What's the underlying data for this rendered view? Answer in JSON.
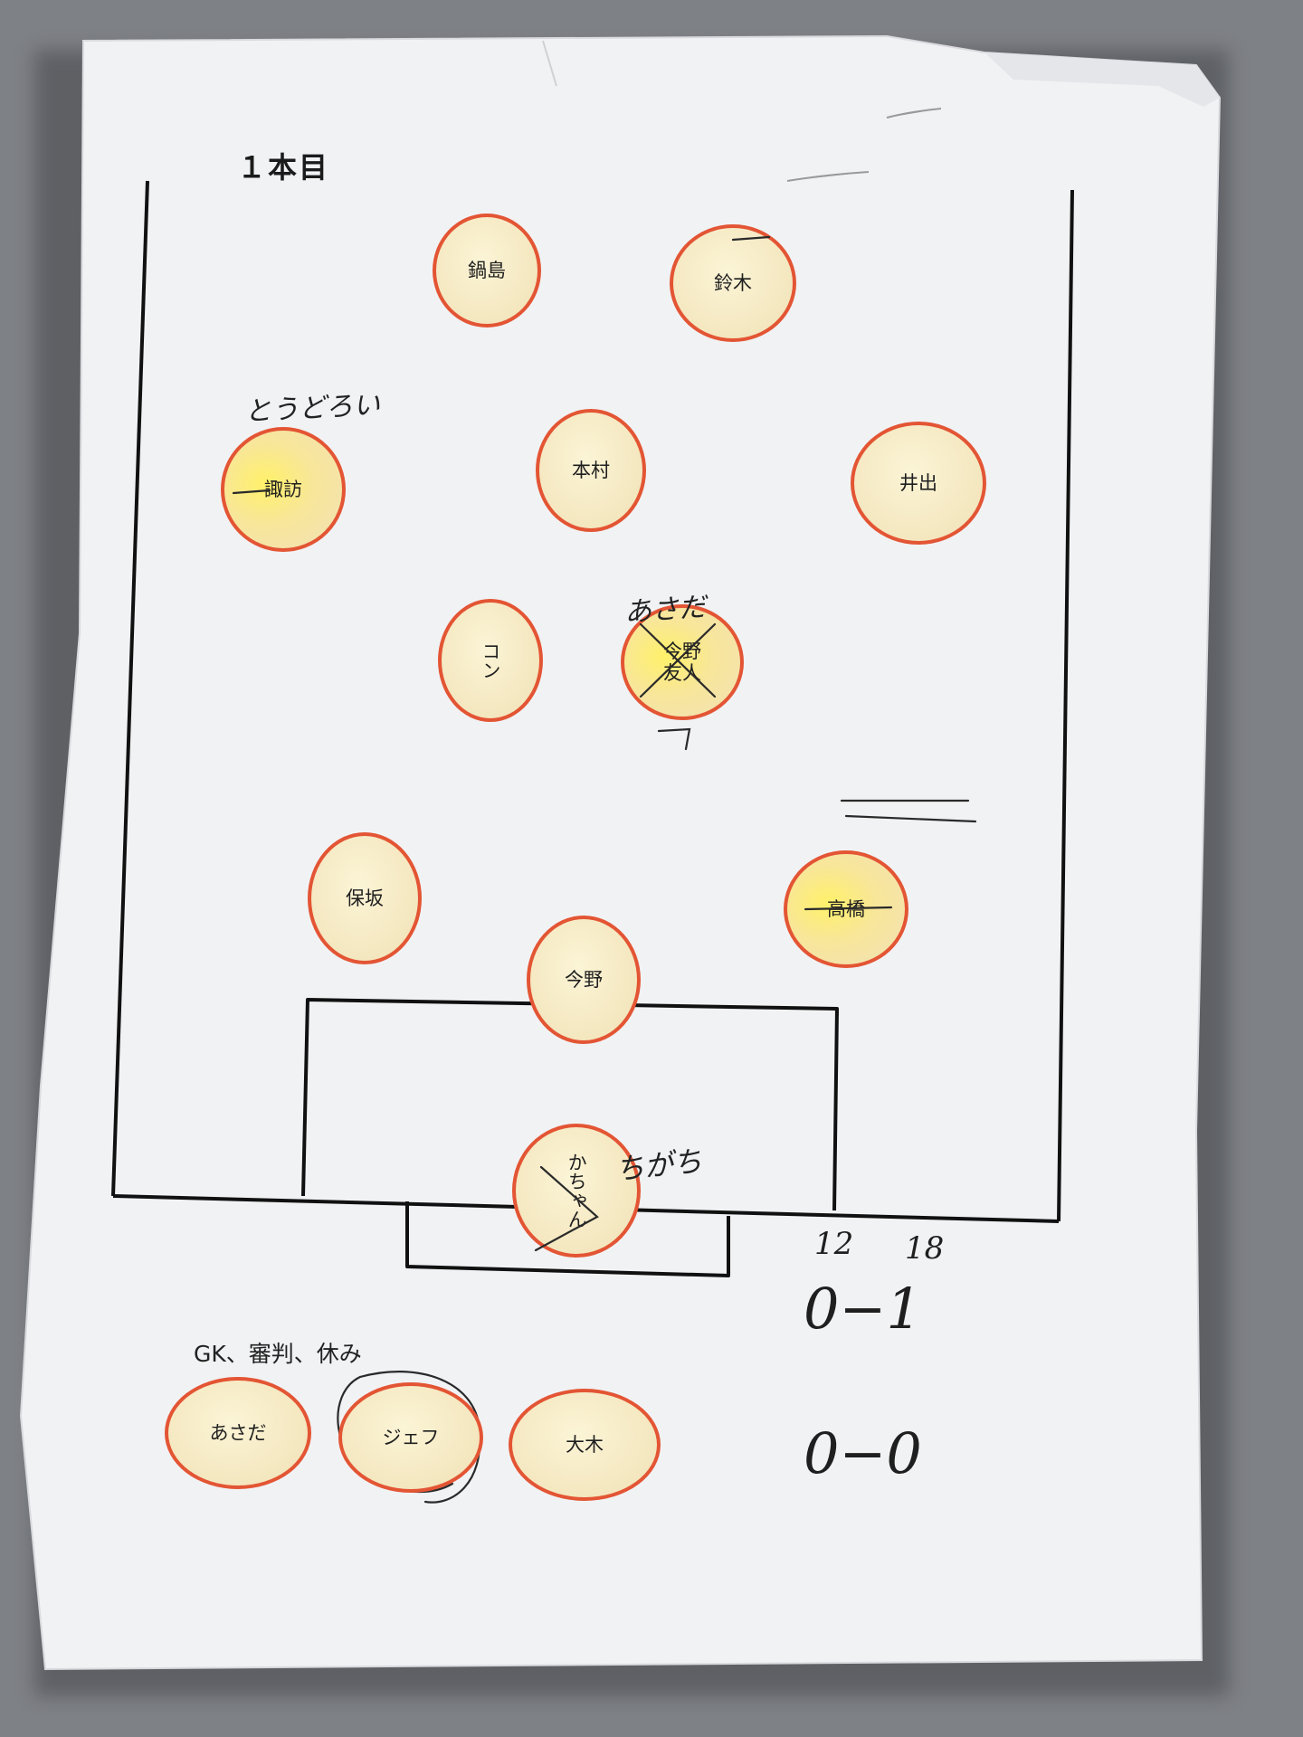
{
  "sheet": {
    "title": "１本目",
    "bench_label": "GK、審判、休み"
  },
  "players": [
    {
      "id": "nabeshima",
      "name": "鍋島"
    },
    {
      "id": "suzuki",
      "name": "鈴木"
    },
    {
      "id": "suwa",
      "name": "諏訪"
    },
    {
      "id": "motomura",
      "name": "本村"
    },
    {
      "id": "ide",
      "name": "井出"
    },
    {
      "id": "kon",
      "name": "コン"
    },
    {
      "id": "imano-yujin",
      "name": "今野\n友人"
    },
    {
      "id": "hosaka",
      "name": "保坂"
    },
    {
      "id": "takahashi",
      "name": "高橋"
    },
    {
      "id": "imano",
      "name": "今野"
    },
    {
      "id": "kachan",
      "name": "かちゃん"
    }
  ],
  "bench": [
    {
      "id": "asada",
      "name": "あさだ"
    },
    {
      "id": "jeff",
      "name": "ジェフ"
    },
    {
      "id": "oki",
      "name": "大木"
    }
  ],
  "handwritten": {
    "over_suwa": "とうどろい",
    "over_imano_yujin": "あさだ",
    "near_kachan": "ちがち",
    "score_header": [
      "12",
      "18"
    ],
    "score_1": "0−1",
    "score_2": "0−0"
  }
}
